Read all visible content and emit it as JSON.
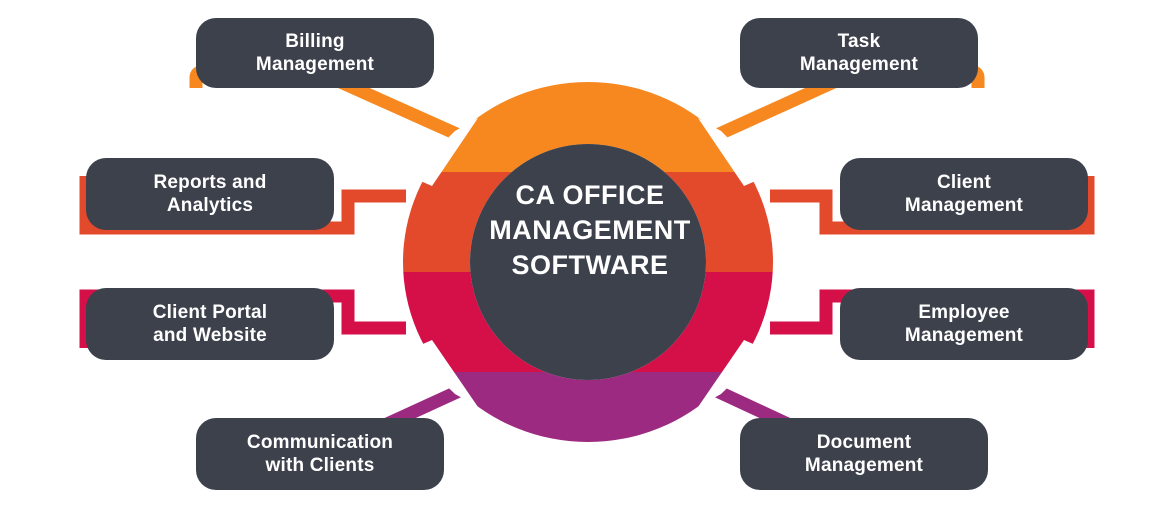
{
  "diagram": {
    "type": "hub-and-spoke",
    "hub": {
      "title": "CA OFFICE\nMANAGEMENT\nSOFTWARE",
      "center_color": "#3C414C"
    },
    "ring_segments": [
      {
        "name": "top",
        "color": "#F7881F"
      },
      {
        "name": "upper-middle",
        "color": "#E34A2B"
      },
      {
        "name": "lower-middle",
        "color": "#D50F48"
      },
      {
        "name": "bottom",
        "color": "#9C2A80"
      }
    ],
    "nodes": [
      {
        "id": "billing-management",
        "label": "Billing\nManagement",
        "color": "#F7881F",
        "position": "top-left"
      },
      {
        "id": "task-management",
        "label": "Task\nManagement",
        "color": "#F7881F",
        "position": "top-right"
      },
      {
        "id": "reports-and-analytics",
        "label": "Reports and\nAnalytics",
        "color": "#E34A2B",
        "position": "middle-left-upper"
      },
      {
        "id": "client-management",
        "label": "Client\nManagement",
        "color": "#E34A2B",
        "position": "middle-right-upper"
      },
      {
        "id": "client-portal-and-website",
        "label": "Client Portal\nand Website",
        "color": "#D50F48",
        "position": "middle-left-lower"
      },
      {
        "id": "employee-management",
        "label": "Employee\nManagement",
        "color": "#D50F48",
        "position": "middle-right-lower"
      },
      {
        "id": "communication-with-clients",
        "label": "Communication\nwith Clients",
        "color": "#9C2A80",
        "position": "bottom-left"
      },
      {
        "id": "document-management",
        "label": "Document\nManagement",
        "color": "#9C2A80",
        "position": "bottom-right"
      }
    ]
  }
}
